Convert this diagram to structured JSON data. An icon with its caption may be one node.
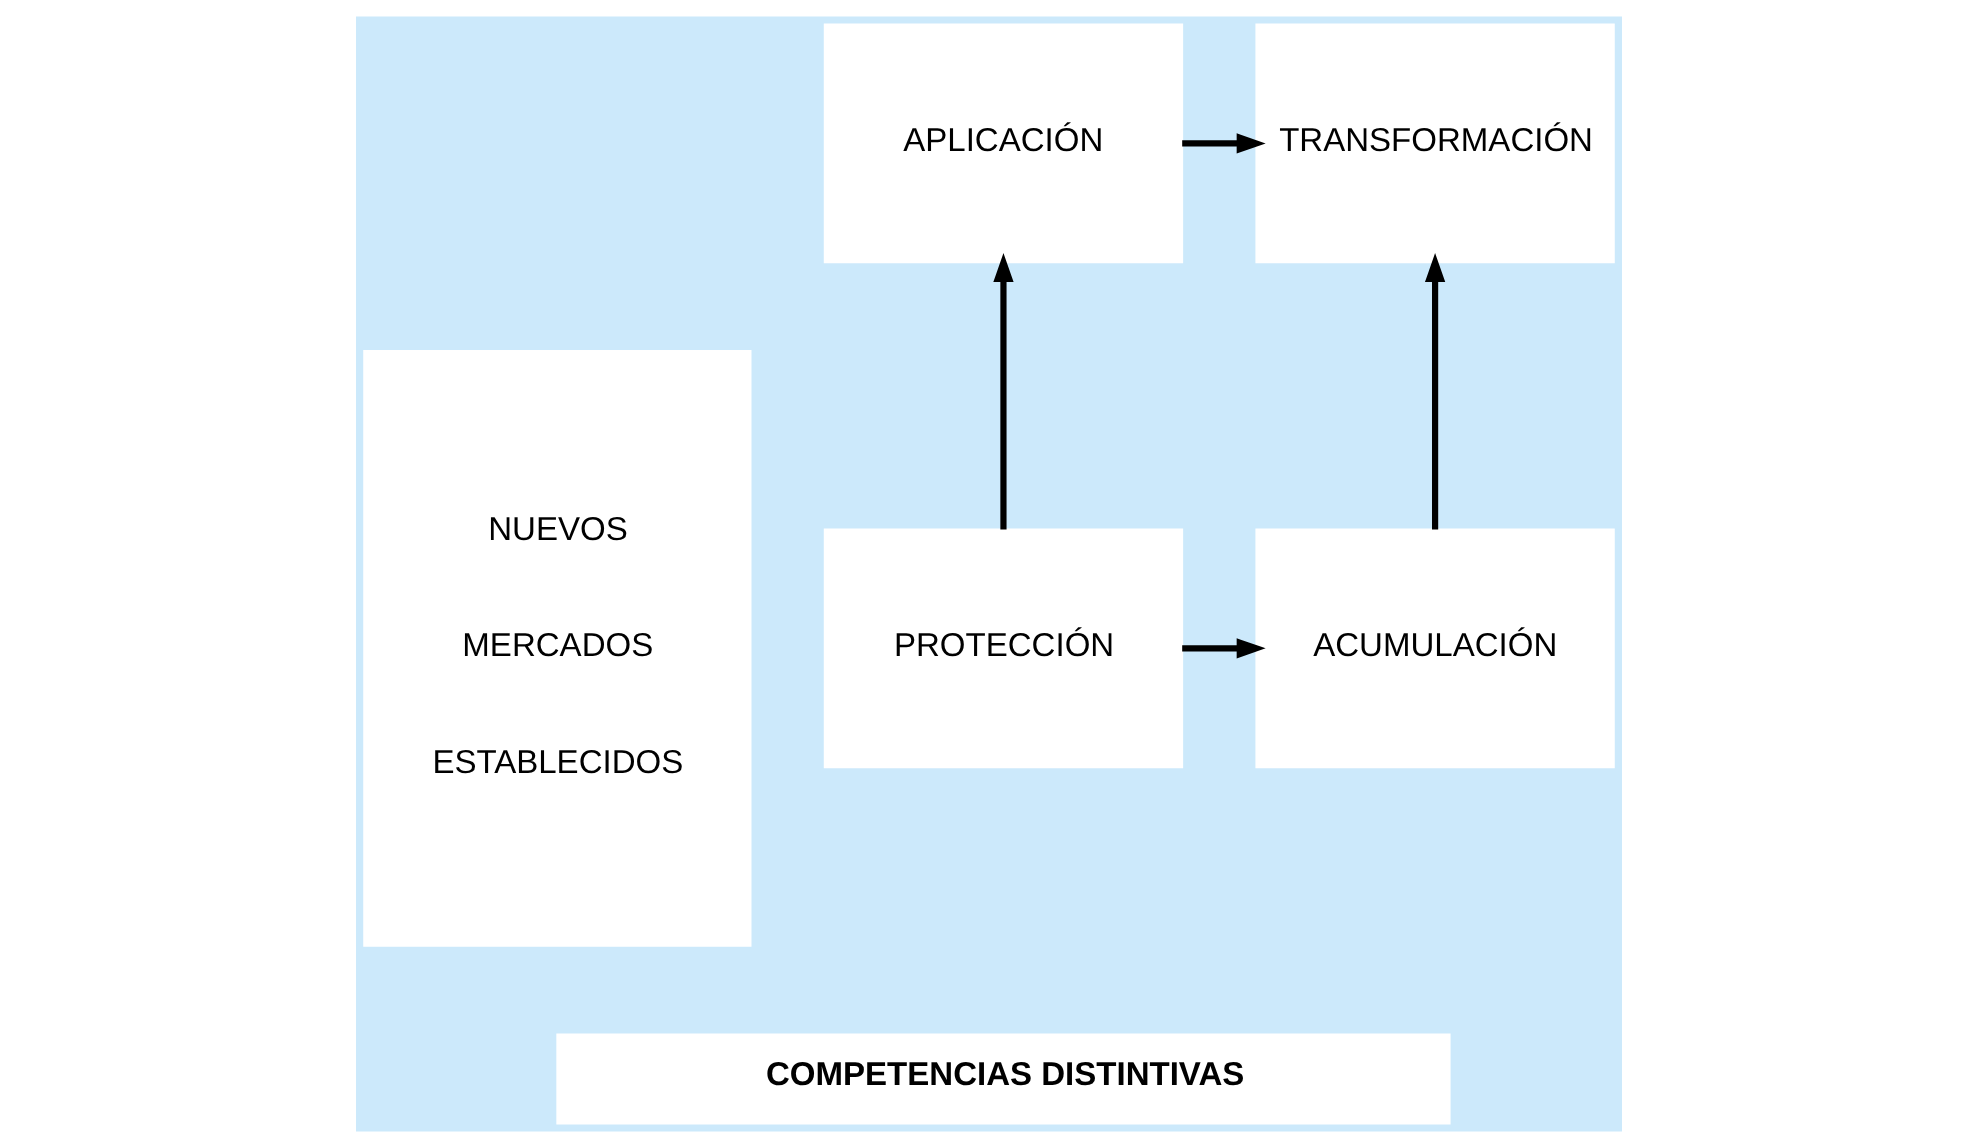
{
  "diagram": {
    "nodes": [
      {
        "text": [
          "NUEVOS",
          "MERCADOS",
          "ESTABLECIDOS"
        ]
      },
      {
        "text": [
          "APLICACIÓN"
        ]
      },
      {
        "text": [
          "TRANSFORMACIÓN"
        ]
      },
      {
        "text": [
          "PROTECCIÓN"
        ]
      },
      {
        "text": [
          "ACUMULACIÓN"
        ]
      },
      {
        "text": [
          "COMPETENCIAS DISTINTIVAS"
        ]
      }
    ],
    "edges": [
      {
        "from": 3,
        "to": 1,
        "arrow": "to"
      },
      {
        "from": 1,
        "to": 2,
        "arrow": "to"
      },
      {
        "from": 3,
        "to": 4,
        "arrow": "to"
      },
      {
        "from": 4,
        "to": 2,
        "arrow": "to"
      }
    ]
  }
}
